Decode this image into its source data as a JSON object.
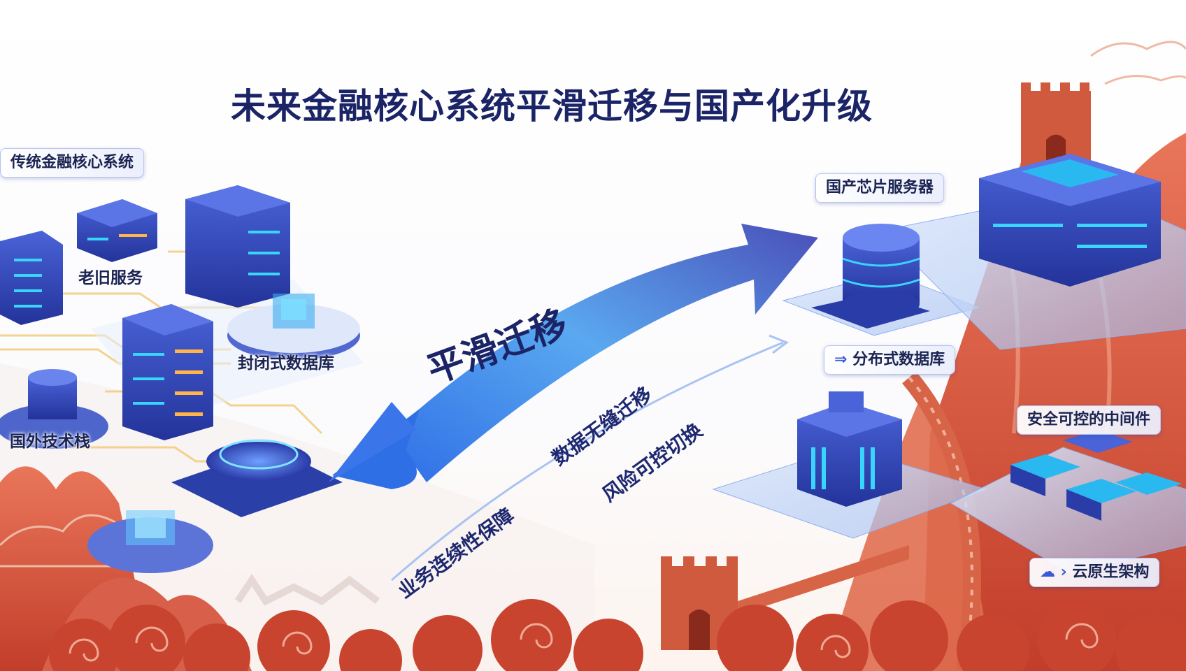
{
  "title": "未来金融核心系统平滑迁移与国产化升级",
  "legacy": {
    "header": "传统金融核心系统",
    "old_services": "老旧服务",
    "closed_db": "封闭式数据库",
    "foreign_stack": "国外技术栈"
  },
  "migration": {
    "main": "平滑迁移",
    "business": "业务连续性保障",
    "data": "数据无缝迁移",
    "risk": "风险可控切换"
  },
  "domestic": {
    "chip_server": "国产芯片服务器",
    "distributed_db": "分布式数据库",
    "middleware": "安全可控的中间件",
    "cloud_native": "云原生架构"
  },
  "colors": {
    "title": "#1a2466",
    "server_blue": "#2f4fc8",
    "glow_cyan": "#37d4ff",
    "arrow_blue": "#3f78e8",
    "wall_red": "#d65a3c",
    "cloud_red": "#c8442e"
  }
}
